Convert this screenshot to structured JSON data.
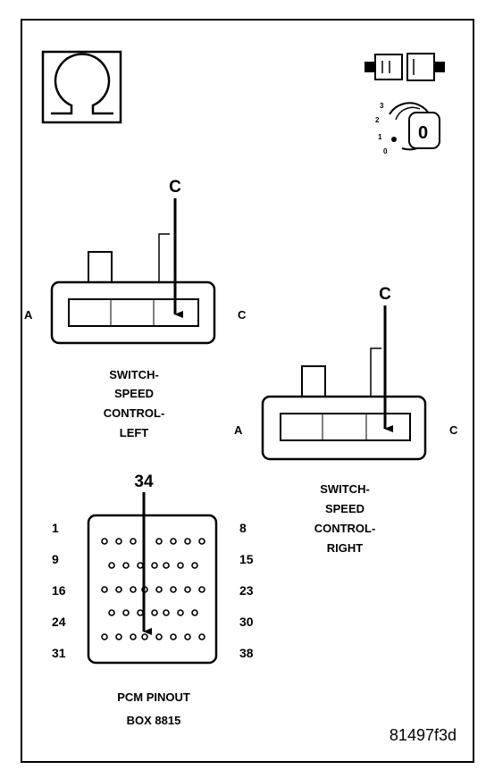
{
  "left_connector": {
    "pin_label": "C",
    "side_left": "A",
    "side_right": "C",
    "caption": [
      "SWITCH-",
      "SPEED",
      "CONTROL-",
      "LEFT"
    ]
  },
  "right_connector": {
    "pin_label": "C",
    "side_left": "A",
    "side_right": "C",
    "caption": [
      "SWITCH-",
      "SPEED",
      "CONTROL-",
      "RIGHT"
    ]
  },
  "pcm": {
    "pin_label": "34",
    "row_start_labels": [
      "1",
      "9",
      "16",
      "24",
      "31"
    ],
    "row_end_labels": [
      "8",
      "15",
      "23",
      "30",
      "38"
    ],
    "caption": [
      "PCM PINOUT",
      "BOX 8815"
    ]
  },
  "ignition": {
    "positions": [
      "3",
      "2",
      "1",
      "0"
    ],
    "key_label": "0"
  },
  "figure_id": "81497f3d",
  "icons": {
    "meter": "ohm-symbol-icon",
    "connector": "unplugged-connector-icon",
    "ignition": "ignition-key-icon"
  }
}
